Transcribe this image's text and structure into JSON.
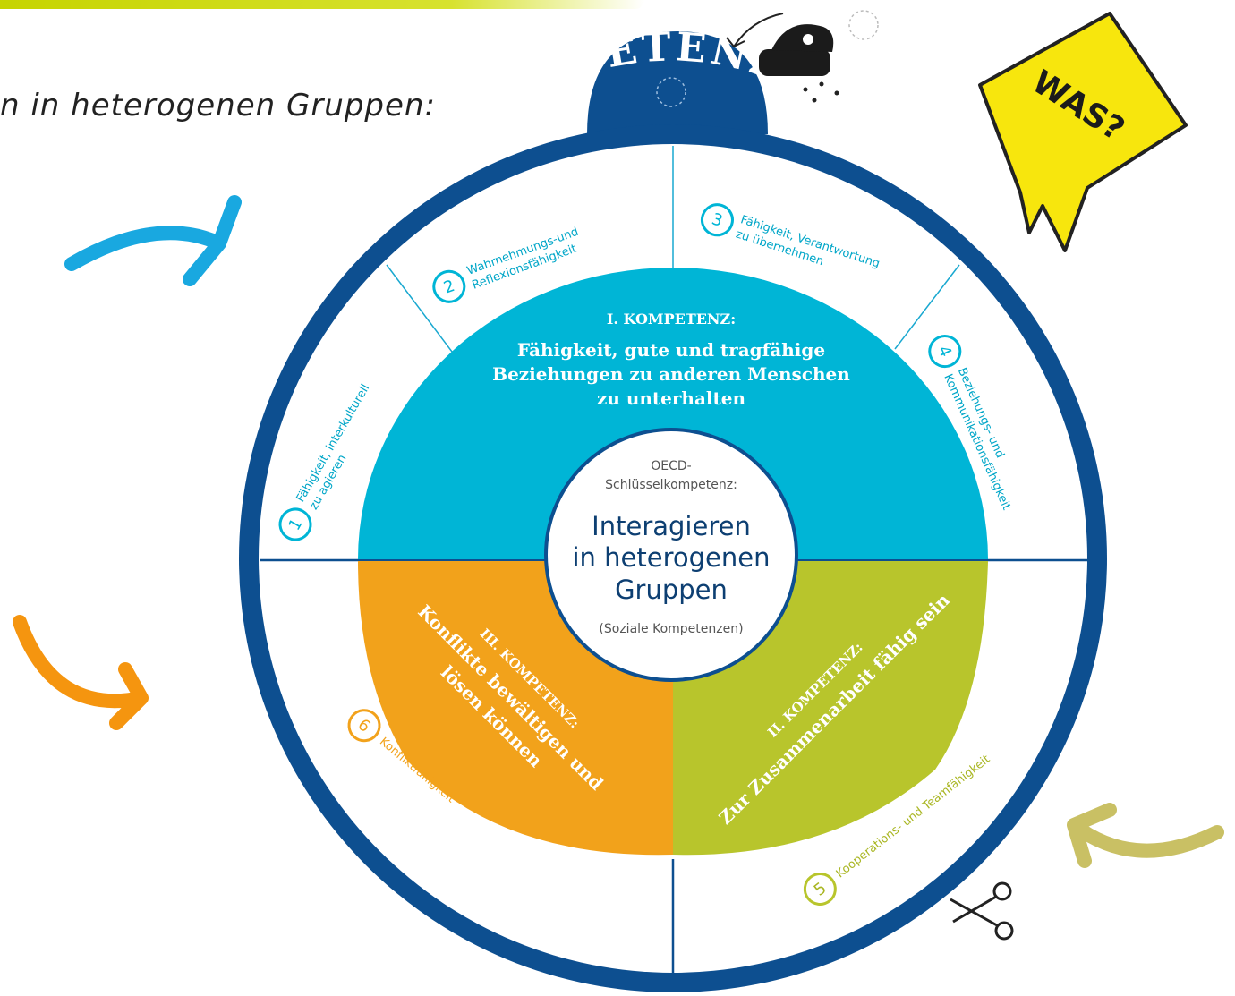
{
  "page": {
    "heading": "n in heterogenen Gruppen:"
  },
  "wheel": {
    "title": "KOMPETENZRAD",
    "center": {
      "small_label": [
        "OECD-",
        "Schlüsselkompetenz:"
      ],
      "main_label": [
        "Interagieren",
        "in heterogenen",
        "Gruppen"
      ],
      "note": "(Soziale Kompetenzen)"
    },
    "competence_1": {
      "heading": "I. KOMPETENZ:",
      "text": [
        "Fähigkeit, gute und tragfähige",
        "Beziehungen zu anderen Menschen",
        "zu unterhalten"
      ]
    },
    "competence_2": {
      "heading": "II. KOMPETENZ:",
      "text": "Zur Zusammenarbeit fähig sein"
    },
    "competence_3": {
      "heading": "III. KOMPETENZ:",
      "text": [
        "Konflikte bewältigen und",
        "lösen können"
      ]
    },
    "skills": [
      {
        "number": "1",
        "text": [
          "Fähigkeit, interkulturell",
          "zu agieren"
        ]
      },
      {
        "number": "2",
        "text": [
          "Wahrnehmungs-und",
          "Reflexionsfähigkeit"
        ]
      },
      {
        "number": "3",
        "text": [
          "Fähigkeit, Verantwortung",
          "zu übernehmen"
        ]
      },
      {
        "number": "4",
        "text": [
          "Beziehungs- und",
          "Kommunikationsfähigkeit"
        ]
      },
      {
        "number": "5",
        "text": [
          "Kooperations- und Teamfähigkeit"
        ]
      },
      {
        "number": "6",
        "text": [
          "Konfliktfähigkeit"
        ]
      }
    ]
  },
  "speech_bubble": {
    "text": "WAS?"
  },
  "icons": [
    "hole-punch-icon",
    "scissors-icon",
    "arrow-icon"
  ],
  "colors": {
    "dark_blue": "#0d4f90",
    "cyan": "#00b5d6",
    "orange": "#f2a21b",
    "green": "#b8c52c",
    "arrow_blue": "#19a8e0",
    "arrow_orange": "#f5950f",
    "arrow_olive": "#c9c064",
    "bubble_yellow": "#f7e60d"
  }
}
